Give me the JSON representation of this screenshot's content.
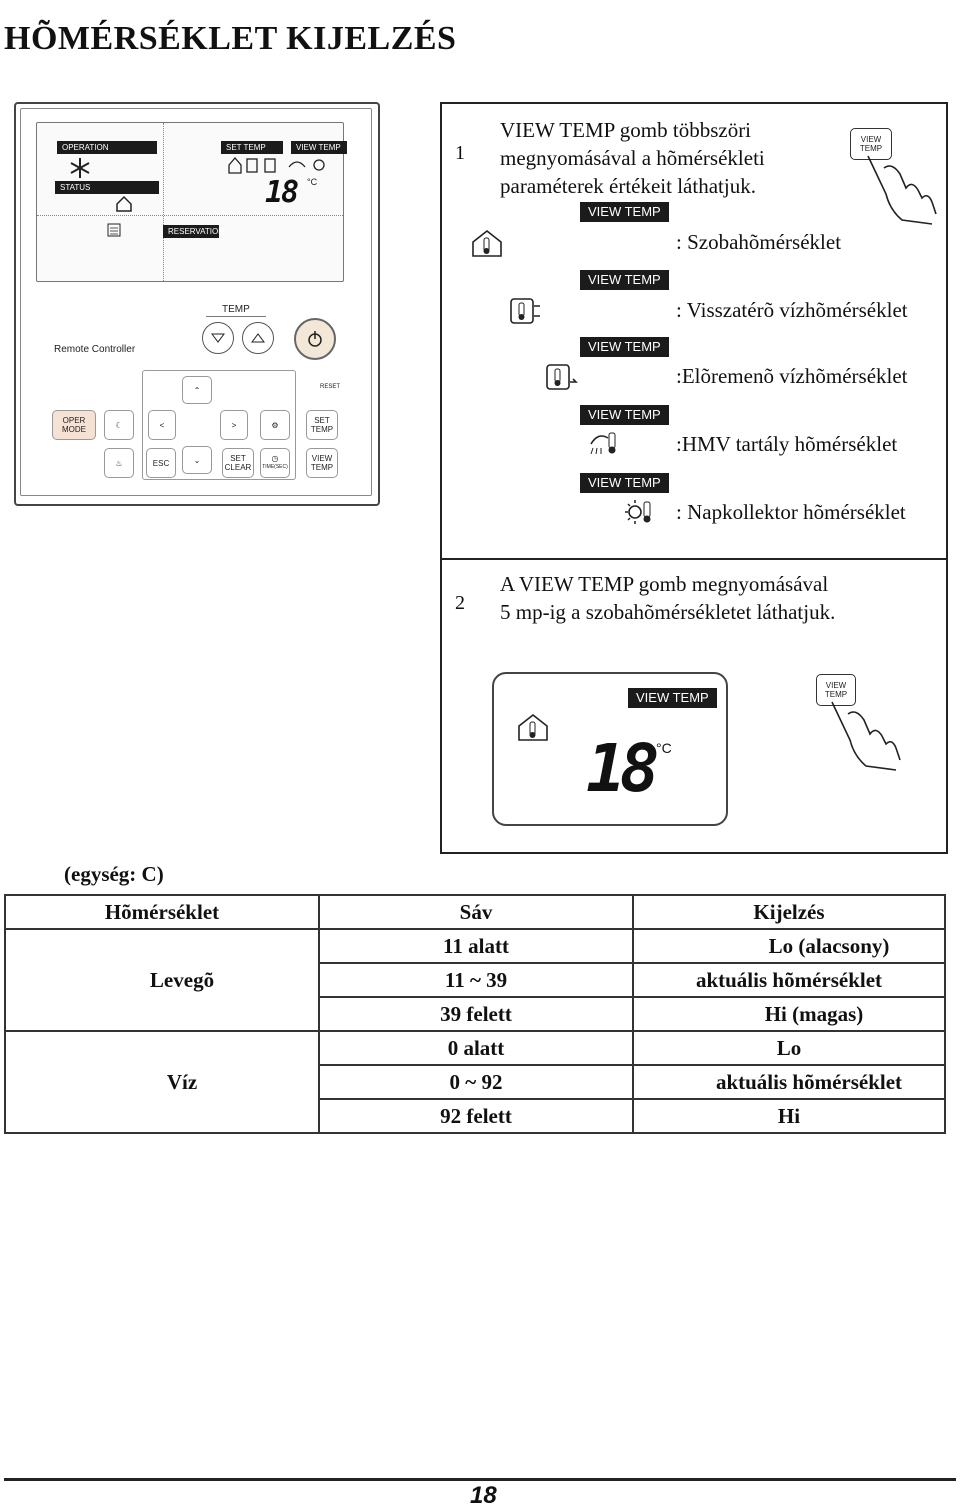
{
  "page": {
    "title": "HÕMÉRSÉKLET KIJELZÉS",
    "page_number": "18"
  },
  "remote": {
    "lcd_tags": {
      "operation": "OPERATION",
      "status": "STATUS",
      "reservation": "RESERVATION",
      "set_temp": "SET TEMP",
      "view_temp": "VIEW TEMP"
    },
    "lcd_value": "18",
    "lcd_unit": "°C",
    "temp_label": "TEMP",
    "controller_label": "Remote Controller",
    "reset_label": "RESET",
    "buttons": {
      "oper_mode": "OPER MODE",
      "set_temp": "SET TEMP",
      "esc": "ESC",
      "set_clear": "SET CLEAR",
      "time_sec": "TIME(SEC)",
      "view_temp": "VIEW TEMP"
    }
  },
  "section1": {
    "number": "1",
    "text": [
      "VIEW TEMP gomb többszöri",
      "megnyomásával a hõmérsékleti",
      "paraméterek értékeit láthatjuk."
    ],
    "button_label": "VIEW TEMP",
    "items": [
      {
        "tag": "VIEW TEMP",
        "icon": "house-thermometer-icon",
        "label": ": Szobahõmérséklet"
      },
      {
        "tag": "VIEW TEMP",
        "icon": "return-water-icon",
        "label": ": Visszatérõ vízhõmérséklet"
      },
      {
        "tag": "VIEW TEMP",
        "icon": "flow-water-icon",
        "label": ":Elõremenõ vízhõmérséklet"
      },
      {
        "tag": "VIEW TEMP",
        "icon": "hot-water-tank-icon",
        "label": ":HMV tartály hõmérséklet"
      },
      {
        "tag": "VIEW TEMP",
        "icon": "solar-collector-icon",
        "label": ": Napkollektor hõmérséklet"
      }
    ]
  },
  "section2": {
    "number": "2",
    "text": [
      "A VIEW TEMP gomb megnyomásával",
      "5 mp-ig a szobahõmérsékletet láthatjuk."
    ],
    "tag": "VIEW TEMP",
    "button_label": "VIEW TEMP",
    "value": "18",
    "unit": "°C"
  },
  "table": {
    "unit_label": "(egység:     C)",
    "headers": [
      "Hõmérséklet",
      "Sáv",
      "Kijelzés"
    ],
    "groups": [
      {
        "name": "Levegõ",
        "rows": [
          [
            "11 alatt",
            "Lo (alacsony)"
          ],
          [
            "11 ~ 39",
            "aktuális hõmérséklet"
          ],
          [
            "39 felett",
            "Hi (magas)"
          ]
        ]
      },
      {
        "name": "Víz",
        "rows": [
          [
            "0 alatt",
            "Lo"
          ],
          [
            "0 ~ 92",
            "aktuális hõmérséklet"
          ],
          [
            "92 felett",
            "Hi"
          ]
        ]
      }
    ]
  }
}
